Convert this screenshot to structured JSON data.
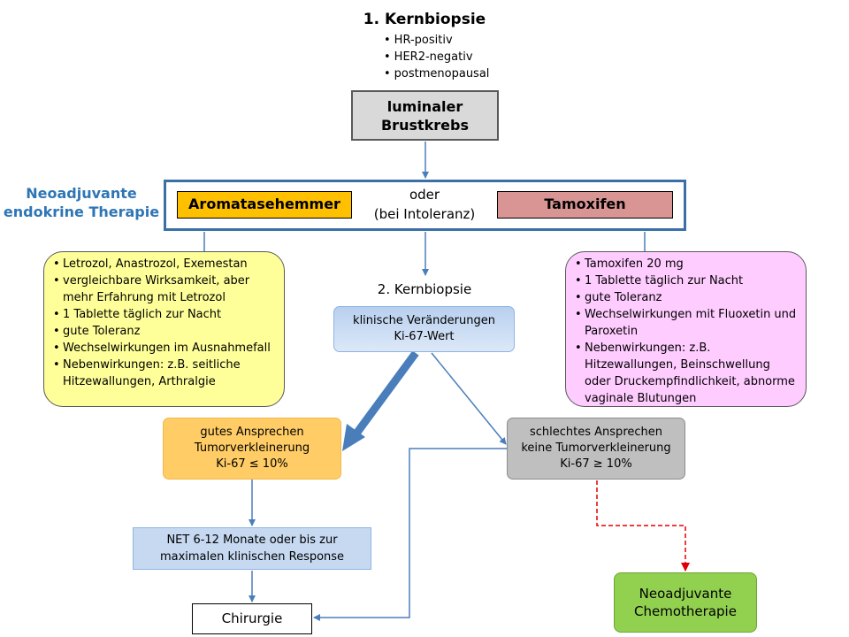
{
  "title": "1. Kernbiopsie",
  "biopsy_criteria": [
    "HR-positiv",
    "HER2-negativ",
    "postmenopausal"
  ],
  "diagnosis": {
    "line1": "luminaler",
    "line2": "Brustkrebs"
  },
  "therapy_label": {
    "line1": "Neoadjuvante",
    "line2": "endokrine Therapie"
  },
  "options": {
    "left": "Aromatasehemmer",
    "or_line1": "oder",
    "or_line2": "(bei Intoleranz)",
    "right": "Tamoxifen"
  },
  "left_details": [
    "Letrozol, Anastrozol, Exemestan",
    "vergleichbare Wirksamkeit, aber mehr Erfahrung mit Letrozol",
    "1 Tablette täglich zur Nacht",
    "gute Toleranz",
    "Wechselwirkungen im Ausnahmefall",
    "Nebenwirkungen: z.B. seitliche Hitzewallungen, Arthralgie"
  ],
  "right_details": [
    "Tamoxifen 20 mg",
    "1 Tablette täglich zur Nacht",
    "gute Toleranz",
    "Wechselwirkungen mit Fluoxetin und Paroxetin",
    "Nebenwirkungen: z.B. Hitzewallungen, Beinschwellung oder Druckempfindlichkeit, abnorme vaginale Blutungen"
  ],
  "second_biopsy": "2. Kernbiopsie",
  "assessment": {
    "line1": "klinische Veränderungen",
    "line2": "Ki-67-Wert"
  },
  "good_response": {
    "line1": "gutes Ansprechen",
    "line2": "Tumorverkleinerung",
    "line3": "Ki-67 ≤ 10%"
  },
  "poor_response": {
    "line1": "schlechtes Ansprechen",
    "line2": "keine Tumorverkleinerung",
    "line3": "Ki-67 ≥ 10%"
  },
  "net": {
    "line1": "NET 6-12 Monate oder bis zur",
    "line2": "maximalen klinischen Response"
  },
  "surgery": "Chirurgie",
  "chemo": {
    "line1": "Neoadjuvante",
    "line2": "Chemotherapie"
  },
  "colors": {
    "arrow": "#4a7ebb",
    "dashed_arrow": "#e00000",
    "aromatase": "#ffc000",
    "tamoxifen": "#d99594",
    "good": "#ffcc66",
    "poor": "#bfbfbf",
    "chemo": "#92d050",
    "left_panel": "#ffff99",
    "right_panel": "#ffccff"
  }
}
